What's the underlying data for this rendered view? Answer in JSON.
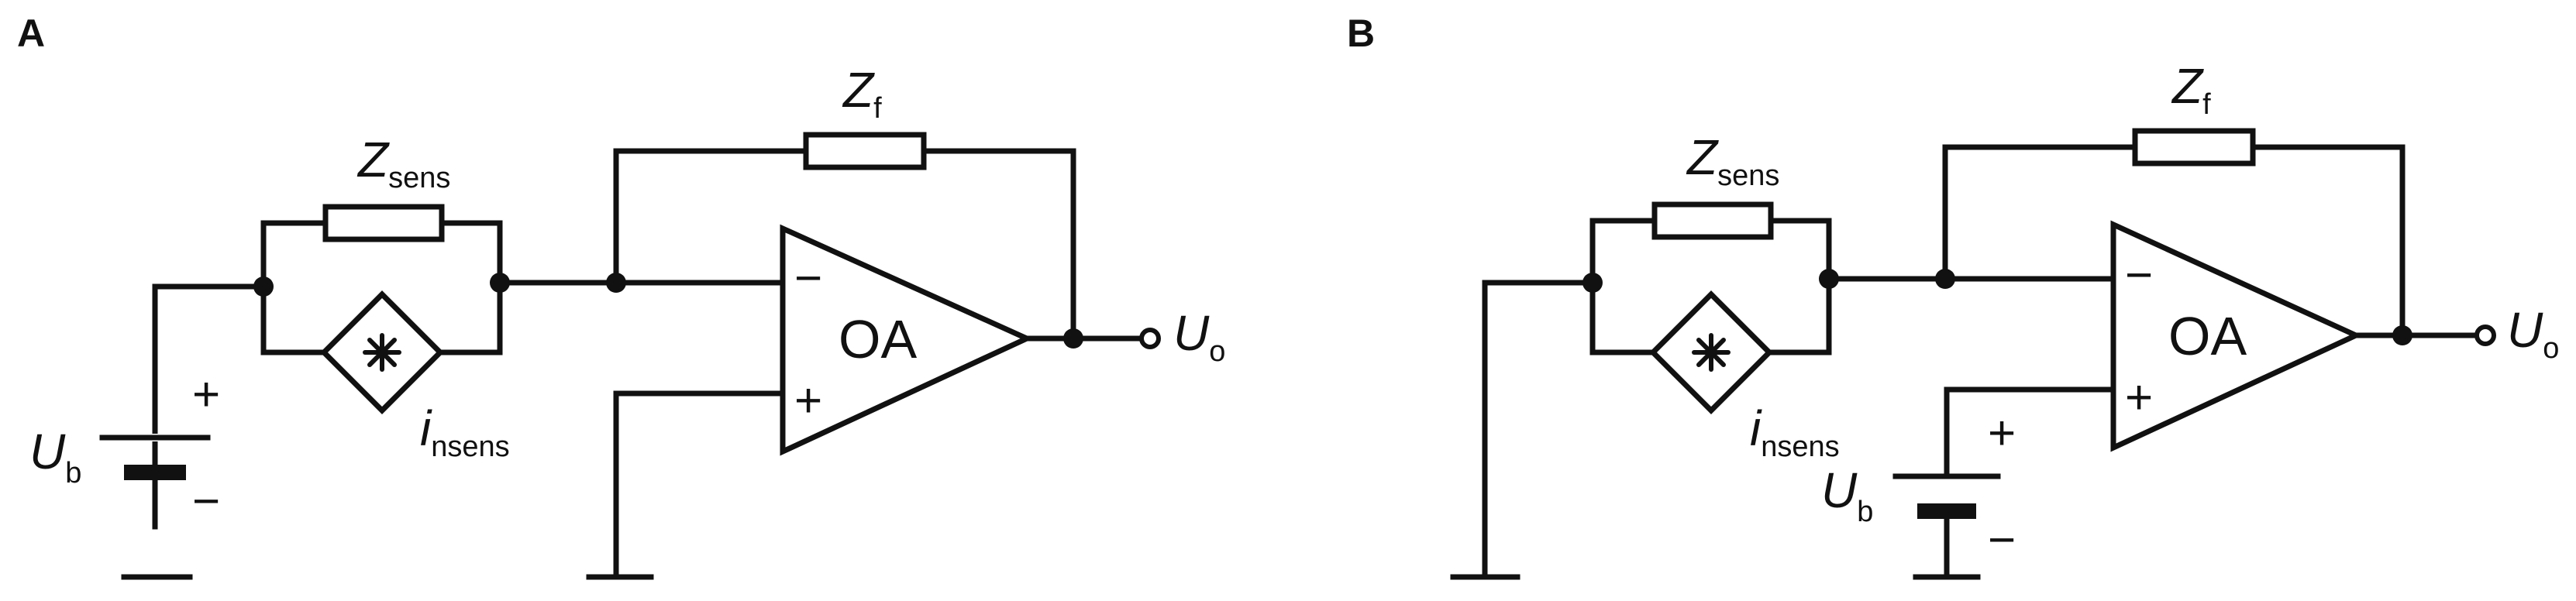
{
  "panels": [
    {
      "id": "A",
      "label": "A",
      "feedback_impedance": {
        "symbol": "Z",
        "subscript": "f"
      },
      "sensor_impedance": {
        "symbol": "Z",
        "subscript": "sens"
      },
      "noise_current_source": {
        "symbol": "i",
        "subscript": "nsens",
        "icon": "asterisk-icon"
      },
      "opamp": {
        "label": "OA",
        "inverting_sign": "−",
        "noninverting_sign": "+"
      },
      "bias_source": {
        "symbol": "U",
        "subscript": "b",
        "plus": "+",
        "minus": "−",
        "position": "input-side"
      },
      "output": {
        "symbol": "U",
        "subscript": "o"
      }
    },
    {
      "id": "B",
      "label": "B",
      "feedback_impedance": {
        "symbol": "Z",
        "subscript": "f"
      },
      "sensor_impedance": {
        "symbol": "Z",
        "subscript": "sens"
      },
      "noise_current_source": {
        "symbol": "i",
        "subscript": "nsens",
        "icon": "asterisk-icon"
      },
      "opamp": {
        "label": "OA",
        "inverting_sign": "−",
        "noninverting_sign": "+"
      },
      "bias_source": {
        "symbol": "U",
        "subscript": "b",
        "plus": "+",
        "minus": "−",
        "position": "noninverting-input"
      },
      "output": {
        "symbol": "U",
        "subscript": "o"
      }
    }
  ]
}
